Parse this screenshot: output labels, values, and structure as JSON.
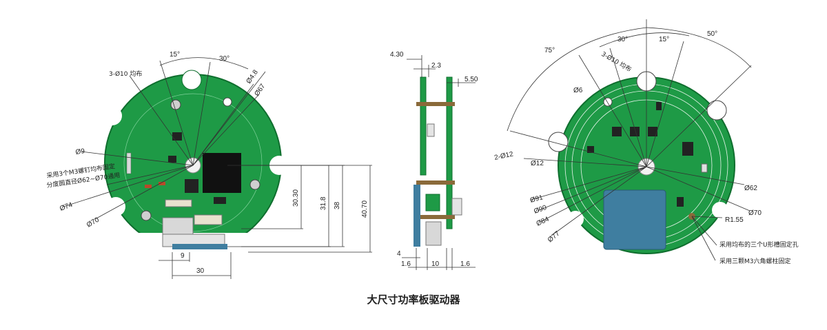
{
  "caption": "大尺寸功率板驱动器",
  "colors": {
    "pcb": "#1e9a46",
    "pcb_dark": "#0f6e2e",
    "chip": "#111111",
    "pad": "#d0d0d0",
    "cyan_module": "#3f7ea0",
    "line": "#333333"
  },
  "left_view": {
    "angle_15": "15°",
    "angle_30": "30°",
    "holes_label": "3-Ø10 均布",
    "d48": "Ø4.8",
    "d67": "Ø67",
    "d9": "Ø9",
    "note_line1": "采用3个M3螺钉均布固定",
    "note_line2": "分度圆直径Ø62~Ø70通用",
    "d74": "Ø74",
    "d70": "Ø70",
    "h1": "30.30",
    "h2": "31.8",
    "h3": "38",
    "h4": "40.70",
    "w1": "9",
    "w2": "30"
  },
  "side_view": {
    "t1": "4.30",
    "t2": "2.3",
    "t3": "5.50",
    "b1": "4",
    "b2": "1.6",
    "b3": "10",
    "b4": "1.6"
  },
  "right_view": {
    "angle_30": "30°",
    "angle_15": "15°",
    "angle_50": "50°",
    "angle_75": "75°",
    "holes_label": "3-Ø10 均布",
    "d6": "Ø6",
    "d12a": "2-Ø12",
    "d12b": "Ø12",
    "d91": "Ø91",
    "d90": "Ø90",
    "d84": "Ø84",
    "d77": "Ø77",
    "d62": "Ø62",
    "d70": "Ø70",
    "r155": "R1.55",
    "note1": "采用均布的三个U形槽固定孔",
    "note2": "采用三颗M3六角螺柱固定"
  }
}
